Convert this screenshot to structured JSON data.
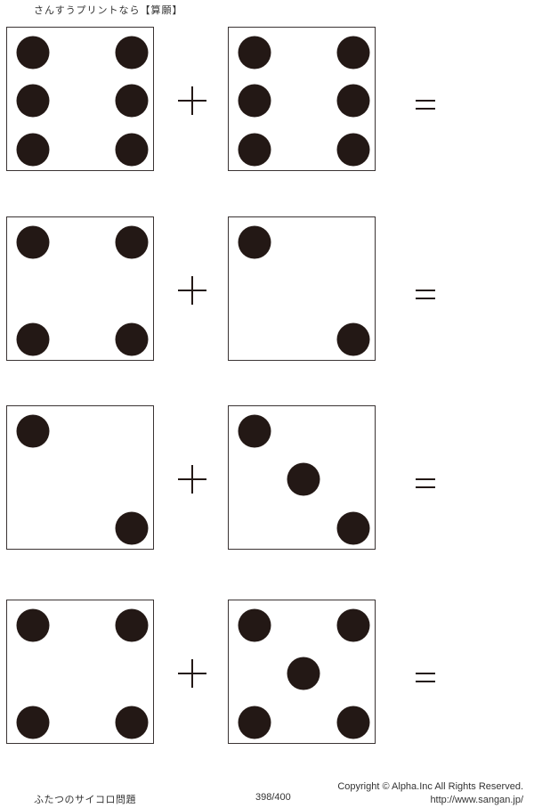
{
  "header": {
    "title": "さんすうプリントなら【算願】"
  },
  "problems": [
    {
      "left_die": 6,
      "operator": "+",
      "right_die": 6,
      "equals": "="
    },
    {
      "left_die": 4,
      "operator": "+",
      "right_die": 2,
      "equals": "="
    },
    {
      "left_die": 2,
      "operator": "+",
      "right_die": 3,
      "equals": "="
    },
    {
      "left_die": 4,
      "operator": "+",
      "right_die": 5,
      "equals": "="
    }
  ],
  "footer": {
    "worksheet_name": "ふたつのサイコロ問題",
    "page": "398/400",
    "copyright": "Copyright ©  Alpha.Inc All Rights Reserved.",
    "url": "http://www.sangan.jp/"
  },
  "colors": {
    "ink": "#231815",
    "border": "#3a3333",
    "background": "#ffffff"
  }
}
